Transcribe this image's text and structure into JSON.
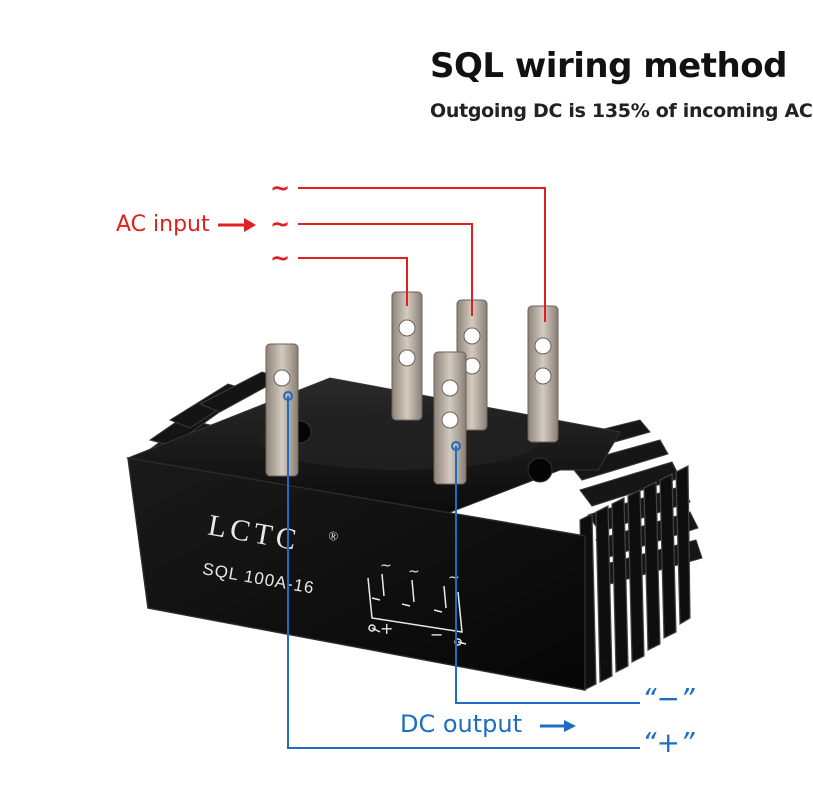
{
  "header": {
    "title": "SQL wiring method",
    "subtitle": "Outgoing DC is 135% of incoming AC"
  },
  "labels": {
    "ac_input": "AC input",
    "dc_output": "DC output",
    "ac_symbol": "~",
    "dc_minus": "“−”",
    "dc_plus": "“+”"
  },
  "device": {
    "brand": "LCTC",
    "registered_mark": "®",
    "model": "SQL  100A-16",
    "schematic_ac_marks": [
      "~",
      "~",
      "~"
    ],
    "schematic_plus": "+",
    "schematic_minus": "−"
  },
  "colors": {
    "ac": "#e0201f",
    "dc": "#1f6cc2",
    "body": "#101010",
    "terminal": "#b8ada0"
  }
}
